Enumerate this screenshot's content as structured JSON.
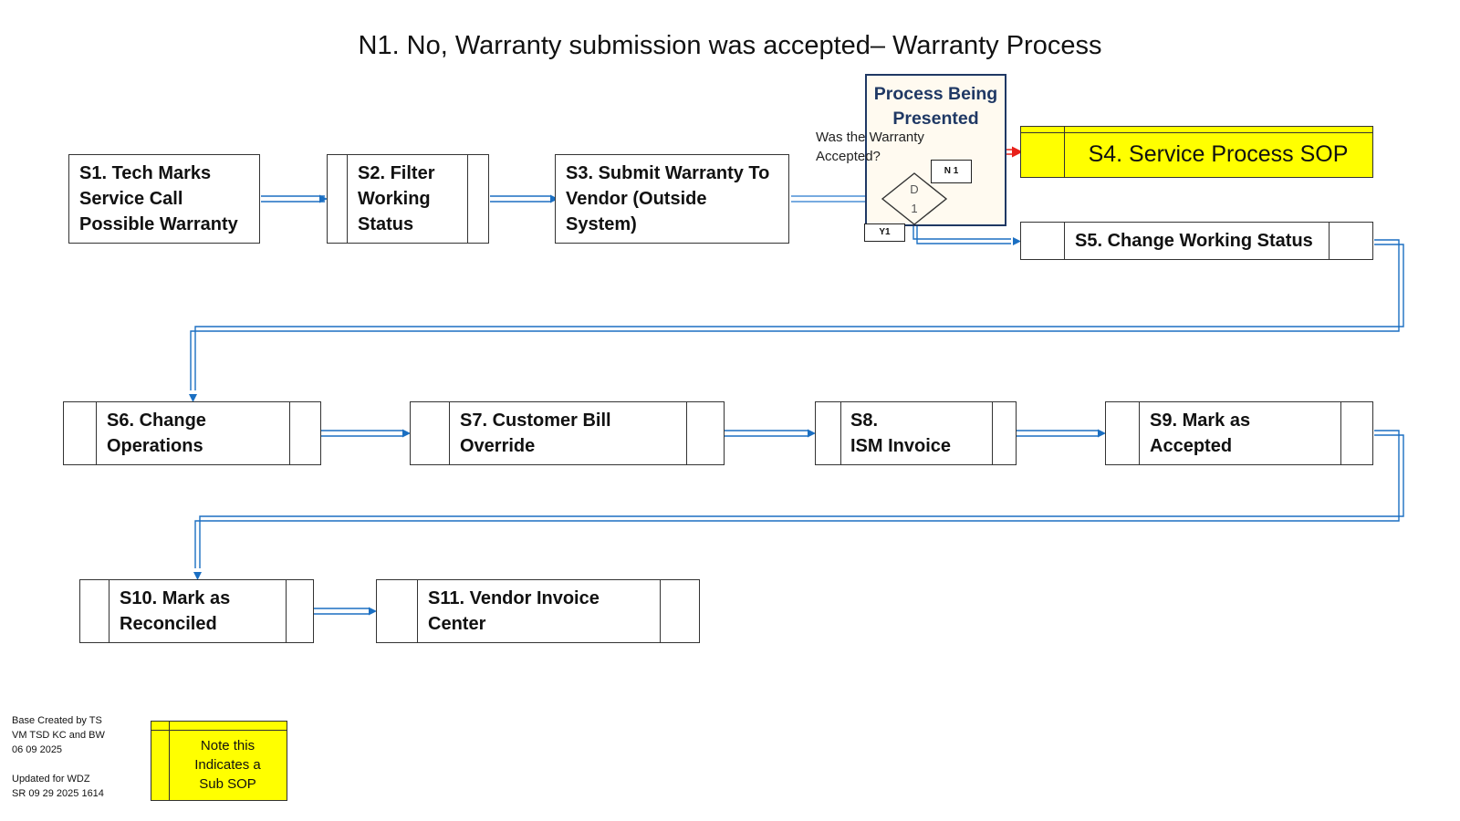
{
  "title": "N1. No, Warranty submission was accepted– Warranty Process",
  "context_box": {
    "caption": "Process Being\nPresented"
  },
  "decision": {
    "question": "Was the Warranty\nAccepted?",
    "diamond_label": "D",
    "diamond_number": "1",
    "no_tag": "N 1",
    "yes_tag": "Y1"
  },
  "steps": {
    "s1": "S1. Tech Marks\nService Call\nPossible Warranty",
    "s2": "S2. Filter\nWorking\nStatus",
    "s3": "S3. Submit Warranty To\nVendor (Outside\nSystem)",
    "s4": "S4. Service Process SOP",
    "s5": "S5. Change Working Status",
    "s6": "S6. Change\nOperations",
    "s7": "S7. Customer Bill\nOverride",
    "s8": "S8.\nISM Invoice",
    "s9": "S9. Mark as\nAccepted",
    "s10": "S10. Mark as\nReconciled",
    "s11": "S11. Vendor Invoice\nCenter"
  },
  "legend": {
    "note": "Note this\nIndicates a\nSub SOP"
  },
  "credits": "Base Created by TS\nVM TSD KC and BW\n06 09 2025\n\nUpdated for WDZ\nSR 09 29 2025 1614",
  "colors": {
    "connector": "#1b6fc2",
    "no_path": "#e8201a",
    "sub_sop_fill": "#ffff00",
    "context_border": "#1f3864"
  }
}
